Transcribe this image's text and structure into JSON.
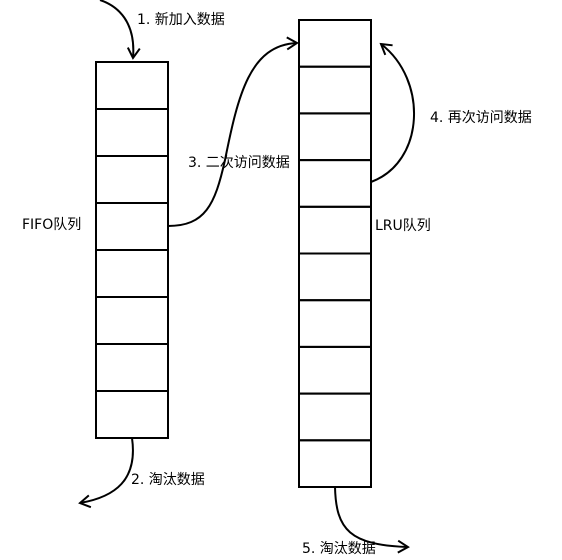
{
  "diagram": {
    "queues": {
      "fifo": {
        "label": "FIFO队列",
        "cells": 8
      },
      "lru": {
        "label": "LRU队列",
        "cells": 10
      }
    },
    "steps": {
      "step1": "1. 新加入数据",
      "step2": "2. 淘汰数据",
      "step3": "3. 二次访问数据",
      "step4": "4. 再次访问数据",
      "step5": "5. 淘汰数据"
    }
  },
  "colors": {
    "background": "#ffffff",
    "stroke": "#000000",
    "text": "#000000"
  }
}
